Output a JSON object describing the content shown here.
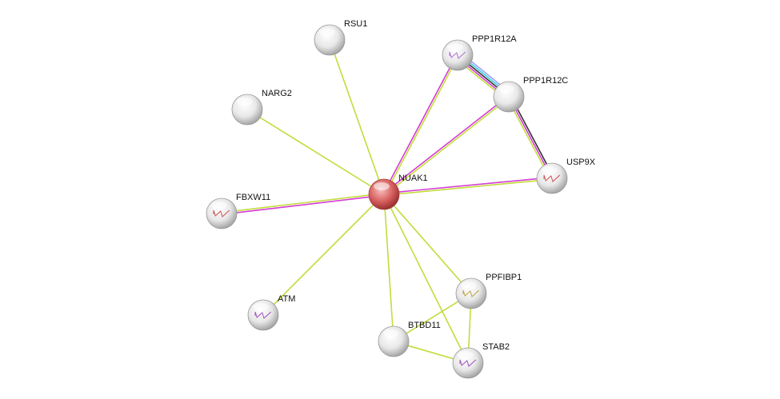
{
  "colors": {
    "textmining": "#c2dc3b",
    "experiments": "#d43cd4",
    "coexpression": "#333333",
    "databases": "#3ad0e0",
    "homology": "#a0a0ff",
    "query_node": "#d05050",
    "node": "#e6e6e6"
  },
  "nodes": [
    {
      "id": "NUAK1",
      "label": "NUAK1",
      "query": true,
      "structure": false
    },
    {
      "id": "RSU1",
      "label": "RSU1",
      "structure": false
    },
    {
      "id": "PPP1R12A",
      "label": "PPP1R12A",
      "structure": true,
      "structure_color": "#b070d0"
    },
    {
      "id": "PPP1R12C",
      "label": "PPP1R12C",
      "structure": false
    },
    {
      "id": "NARG2",
      "label": "NARG2",
      "structure": false
    },
    {
      "id": "USP9X",
      "label": "USP9X",
      "structure": true,
      "structure_color": "#d05050"
    },
    {
      "id": "FBXW11",
      "label": "FBXW11",
      "structure": true,
      "structure_color": "#d05050"
    },
    {
      "id": "ATM",
      "label": "ATM",
      "structure": true,
      "structure_color": "#a050c0"
    },
    {
      "id": "PPFIBP1",
      "label": "PPFIBP1",
      "structure": true,
      "structure_color": "#c0a040"
    },
    {
      "id": "BTBD11",
      "label": "BTBD11",
      "structure": false
    },
    {
      "id": "STAB2",
      "label": "STAB2",
      "structure": true,
      "structure_color": "#a050c0"
    }
  ],
  "edges": [
    {
      "from": "NUAK1",
      "to": "RSU1",
      "types": [
        "textmining"
      ]
    },
    {
      "from": "NUAK1",
      "to": "NARG2",
      "types": [
        "textmining"
      ]
    },
    {
      "from": "NUAK1",
      "to": "FBXW11",
      "types": [
        "experiments",
        "textmining"
      ]
    },
    {
      "from": "NUAK1",
      "to": "ATM",
      "types": [
        "textmining"
      ]
    },
    {
      "from": "NUAK1",
      "to": "PPP1R12A",
      "types": [
        "experiments",
        "textmining"
      ]
    },
    {
      "from": "NUAK1",
      "to": "PPP1R12C",
      "types": [
        "experiments",
        "textmining"
      ]
    },
    {
      "from": "NUAK1",
      "to": "USP9X",
      "types": [
        "experiments",
        "textmining"
      ]
    },
    {
      "from": "NUAK1",
      "to": "PPFIBP1",
      "types": [
        "textmining"
      ]
    },
    {
      "from": "NUAK1",
      "to": "BTBD11",
      "types": [
        "textmining"
      ]
    },
    {
      "from": "NUAK1",
      "to": "STAB2",
      "types": [
        "textmining"
      ]
    },
    {
      "from": "PPP1R12A",
      "to": "PPP1R12C",
      "types": [
        "homology",
        "databases",
        "coexpression",
        "experiments",
        "textmining"
      ]
    },
    {
      "from": "PPP1R12C",
      "to": "USP9X",
      "types": [
        "coexpression",
        "experiments",
        "textmining"
      ]
    },
    {
      "from": "PPFIBP1",
      "to": "BTBD11",
      "types": [
        "textmining"
      ]
    },
    {
      "from": "PPFIBP1",
      "to": "STAB2",
      "types": [
        "textmining"
      ]
    },
    {
      "from": "BTBD11",
      "to": "STAB2",
      "types": [
        "textmining"
      ]
    }
  ]
}
